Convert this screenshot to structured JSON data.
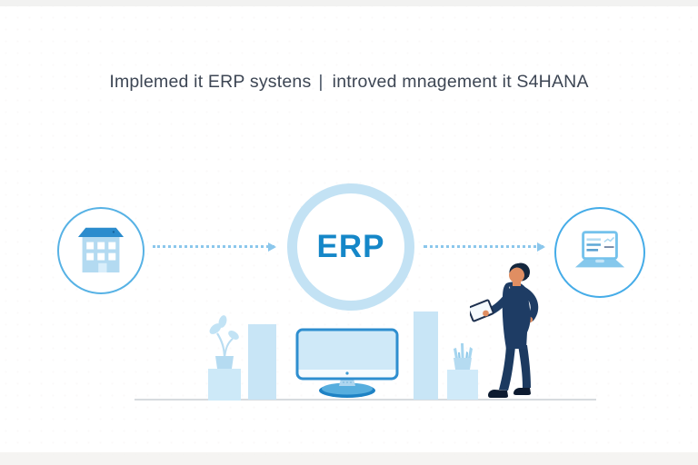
{
  "header": {
    "title_left": "Implemed it ERP systens",
    "separator": "|",
    "title_right": "introved mnagement it S4HANA"
  },
  "diagram": {
    "erp_label": "ERP",
    "left_node_icon": "building-icon",
    "right_node_icon": "laptop-icon",
    "arrows": [
      {
        "from": "building-node",
        "to": "erp-node",
        "style": "dotted",
        "direction": "right"
      },
      {
        "from": "erp-node",
        "to": "laptop-node",
        "style": "dotted",
        "direction": "right"
      }
    ]
  },
  "scene": {
    "items": [
      "plant-in-pot-on-pedestal-icon",
      "vertical-bar-shape",
      "desktop-monitor-icon",
      "vertical-bar-shape",
      "grass-plant-on-pedestal-icon",
      "person-with-tablet-illustration"
    ]
  },
  "colors": {
    "accent_blue": "#1587c8",
    "ring_light_blue": "#c3e2f4",
    "circle_outline_blue": "#57b2e5",
    "light_fill_blue": "#c8e5f6",
    "monitor_frame_blue": "#2e8ecf",
    "monitor_base_blue": "#1e82c4",
    "arrow_dot_blue": "#8bc7ec",
    "suit_navy": "#1e3c64",
    "skin_tone": "#e08e62",
    "title_text": "#3d4654",
    "floor_line_gray": "#d7dbdf"
  }
}
